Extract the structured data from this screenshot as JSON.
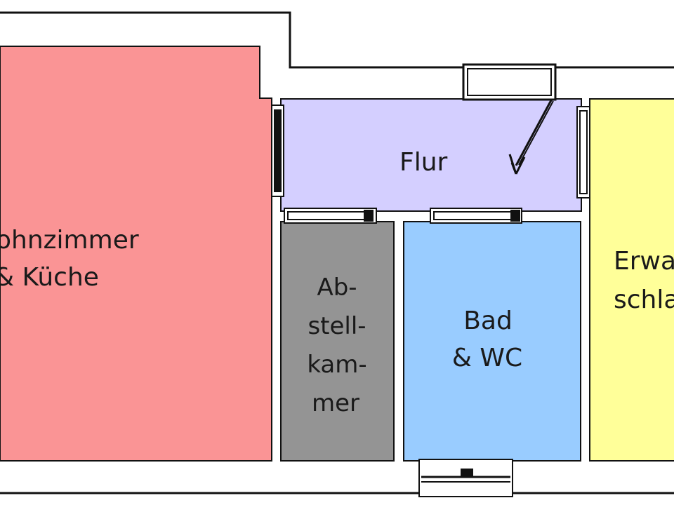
{
  "rooms": {
    "wohnzimmer": {
      "line1": "ohnzimmer",
      "line2": "& Küche",
      "color": "#fa9495"
    },
    "flur": {
      "label": "Flur",
      "color": "#d4cfff"
    },
    "abstellkammer": {
      "line1": "Ab-",
      "line2": "stell-",
      "line3": "kam-",
      "line4": "mer",
      "color": "#949494"
    },
    "bad": {
      "line1": "Bad",
      "line2": "& WC",
      "color": "#99ccff"
    },
    "schlafzimmer": {
      "line1": "Erwa",
      "line2": "schla",
      "color": "#ffff99"
    }
  },
  "colors": {
    "wall": "#111111",
    "background": "#ffffff"
  }
}
